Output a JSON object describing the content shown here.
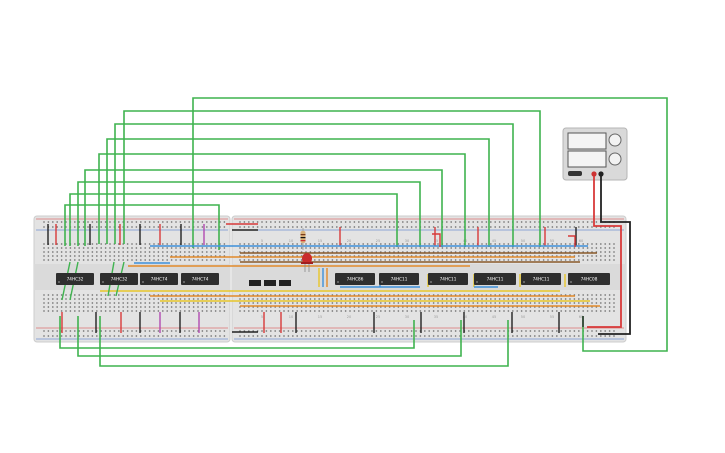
{
  "colors": {
    "board": "#e3e3e3",
    "board_edge": "#cdcdcd",
    "hole": "#6e6e6e",
    "rail_red": "#d93a3a",
    "rail_blue": "#3a69c9",
    "wire_green": "#3fb34f",
    "wire_red": "#d83a3a",
    "wire_black": "#222222",
    "wire_blue": "#3d8fd9",
    "wire_orange": "#e28a2a",
    "wire_yellow": "#e8c62a",
    "wire_purple": "#b04bb0",
    "wire_brown": "#8a5a2a",
    "chip": "#2e2e2e",
    "psu": "#d9d9d9"
  },
  "chips": [
    {
      "label": "74HC32"
    },
    {
      "label": "74HC32"
    },
    {
      "label": "74HC74"
    },
    {
      "label": "74HC74"
    },
    {
      "label": "74HC86"
    },
    {
      "label": "74HC11"
    },
    {
      "label": "74HC11"
    },
    {
      "label": "74HC11"
    },
    {
      "label": "74HC11"
    },
    {
      "label": "74HC08"
    }
  ],
  "column_numbers": [
    "5",
    "10",
    "15",
    "20",
    "25",
    "30",
    "35",
    "40",
    "45",
    "50",
    "55",
    "60"
  ],
  "led": {
    "color": "red"
  },
  "power_supply": {
    "name": "dc-power-supply"
  }
}
